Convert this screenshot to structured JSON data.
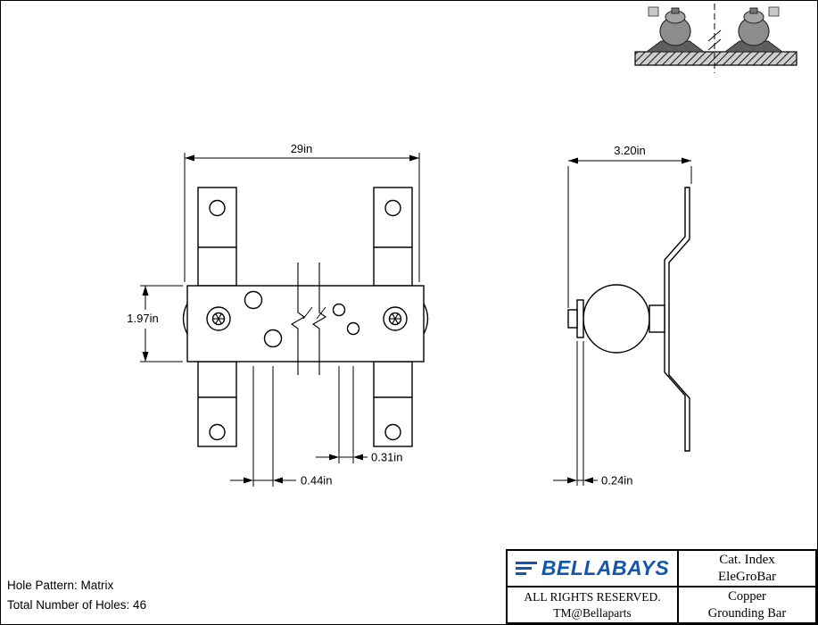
{
  "drawing": {
    "dimensions": {
      "front_width": "29in",
      "front_height": "1.97in",
      "hole_spacing_left": "0.44in",
      "hole_spacing_right": "0.31in",
      "side_depth": "3.20in",
      "side_thickness": "0.24in"
    },
    "notes": {
      "hole_pattern": "Hole Pattern: Matrix",
      "total_holes": "Total Number of Holes: 46"
    }
  },
  "title_block": {
    "logo_text": "BELLABAYS",
    "cat_index_label": "Cat. Index",
    "cat_index_value": "EleGroBar",
    "rights": "ALL RIGHTS RESERVED.",
    "trademark": "TM@Bellaparts",
    "part_line1": "Copper",
    "part_line2": "Grounding Bar"
  },
  "colors": {
    "line": "#000000",
    "logo_blue": "#1456ad",
    "clamp_gray": "#8d8d8d",
    "background": "#ffffff"
  }
}
